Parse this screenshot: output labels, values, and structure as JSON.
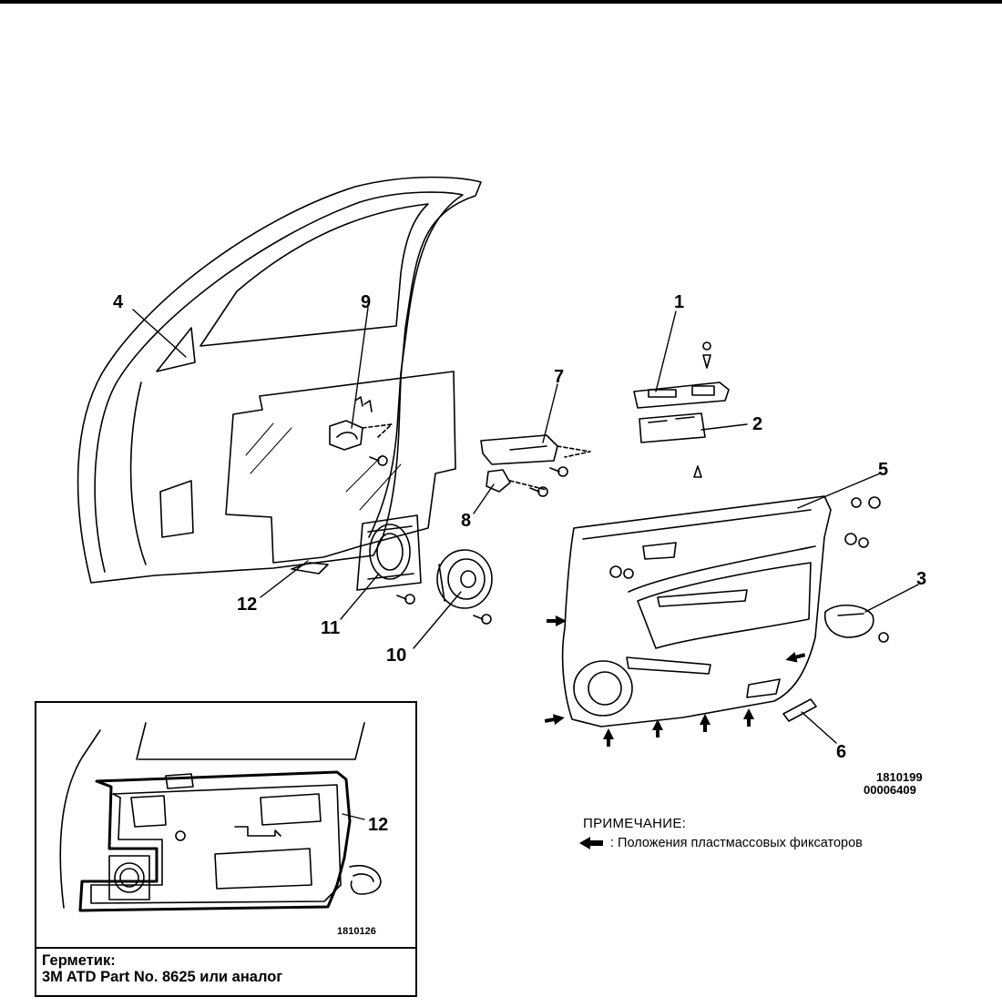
{
  "callouts": {
    "c1": "1",
    "c2": "2",
    "c3": "3",
    "c4": "4",
    "c5": "5",
    "c6": "6",
    "c7": "7",
    "c8": "8",
    "c9": "9",
    "c10": "10",
    "c11": "11",
    "c12": "12",
    "inset_c12": "12"
  },
  "figure_codes": {
    "main_code_1": "1810199",
    "main_code_2": "00006409",
    "inset_code": "1810126"
  },
  "note": {
    "title": "ПРИМЕЧАНИЕ:",
    "legend_text": ": Положения пластмассовых фиксаторов",
    "legend_icon": "arrow-left-icon"
  },
  "inset": {
    "caption_line1": "Герметик:",
    "caption_line2": "3M ATD Part No. 8625 или аналог"
  }
}
